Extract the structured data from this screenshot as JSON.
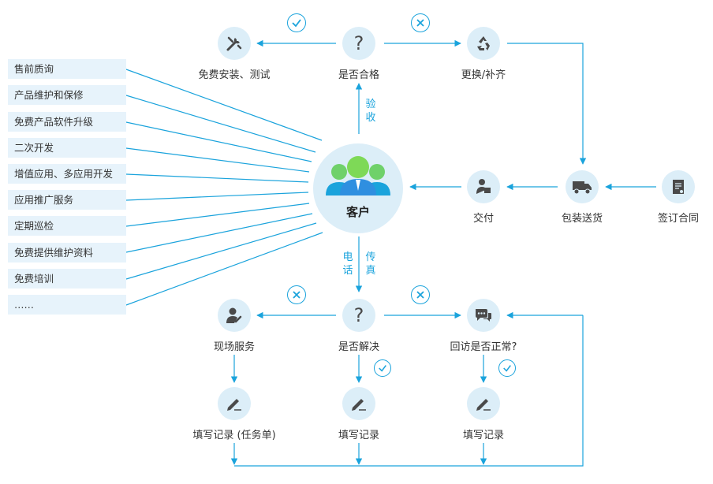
{
  "service_list": [
    "售前质询",
    "产品维护和保修",
    "免费产品软件升级",
    "二次开发",
    "增值应用、多应用开发",
    "应用推广服务",
    "定期巡检",
    "免费提供维护资料",
    "免费培训",
    "……"
  ],
  "customer": "客户",
  "top": {
    "install_test": "免费安装、测试",
    "qualified": "是否合格",
    "replace": "更换/补齐",
    "accept_label": "验收"
  },
  "middle": {
    "deliver": "交付",
    "pack_ship": "包装送货",
    "sign_contract": "签订合同"
  },
  "bottom": {
    "channel_left": "电话",
    "channel_right": "传真",
    "onsite": "现场服务",
    "resolved": "是否解决",
    "revisit": "回访是否正常?",
    "record_task": "填写记录 (任务单)",
    "record_mid": "填写记录",
    "record_right": "填写记录",
    "question_mark": "?"
  },
  "colors": {
    "accent": "#1aa3dc",
    "node_bg": "#dceef8",
    "list_bg": "#e7f3fb",
    "icon": "#4a4a4a"
  }
}
